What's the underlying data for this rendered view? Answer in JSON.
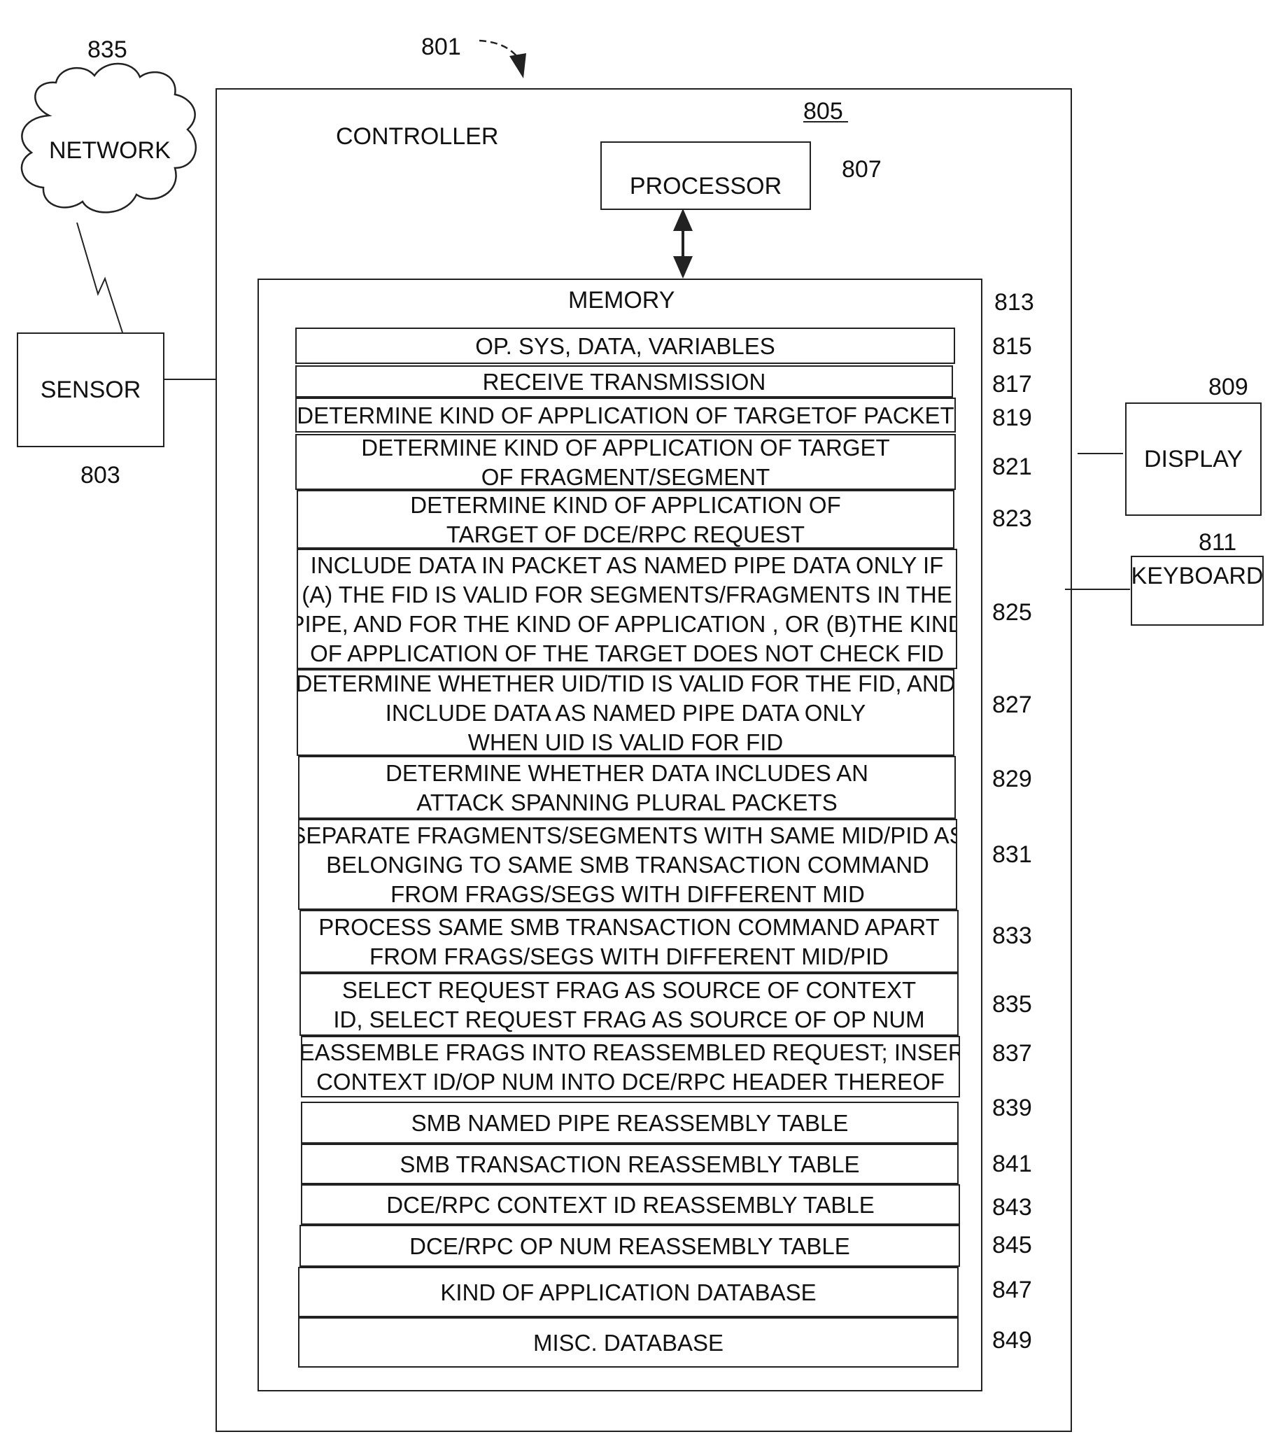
{
  "refs": {
    "system": "801",
    "controller": "805",
    "processor": "807",
    "display": "809",
    "keyboard": "811",
    "memory": "813",
    "sensor": "803",
    "network": "835"
  },
  "labels": {
    "controller": "CONTROLLER",
    "processor": "PROCESSOR",
    "memory": "MEMORY",
    "network": "NETWORK",
    "sensor": "SENSOR",
    "display": "DISPLAY",
    "keyboard": "KEYBOARD"
  },
  "memory_rows": [
    {
      "ref": "815",
      "lines": [
        "OP. SYS, DATA, VARIABLES"
      ]
    },
    {
      "ref": "817",
      "lines": [
        "RECEIVE TRANSMISSION"
      ]
    },
    {
      "ref": "819",
      "lines": [
        "DETERMINE KIND OF APPLICATION OF TARGETOF PACKET"
      ]
    },
    {
      "ref": "821",
      "lines": [
        "DETERMINE KIND OF APPLICATION OF TARGET",
        "OF FRAGMENT/SEGMENT"
      ]
    },
    {
      "ref": "823",
      "lines": [
        "DETERMINE KIND OF APPLICATION OF",
        "TARGET OF DCE/RPC REQUEST"
      ]
    },
    {
      "ref": "825",
      "lines": [
        "INCLUDE DATA IN PACKET AS NAMED PIPE DATA ONLY IF",
        "(A) THE FID IS VALID FOR SEGMENTS/FRAGMENTS IN THE",
        "PIPE, AND FOR THE KIND OF APPLICATION , OR (B)THE KIND",
        "OF APPLICATION OF THE TARGET DOES NOT CHECK FID"
      ]
    },
    {
      "ref": "827",
      "lines": [
        "DETERMINE WHETHER UID/TID IS VALID FOR THE FID, AND",
        "INCLUDE DATA AS NAMED PIPE DATA ONLY",
        "WHEN UID IS VALID FOR FID"
      ]
    },
    {
      "ref": "829",
      "lines": [
        "DETERMINE WHETHER DATA INCLUDES AN",
        "ATTACK SPANNING PLURAL PACKETS"
      ]
    },
    {
      "ref": "831",
      "lines": [
        "SEPARATE FRAGMENTS/SEGMENTS WITH SAME MID/PID AS",
        "BELONGING TO SAME SMB TRANSACTION COMMAND",
        "FROM FRAGS/SEGS WITH DIFFERENT MID"
      ]
    },
    {
      "ref": "833",
      "lines": [
        "PROCESS SAME SMB TRANSACTION COMMAND APART",
        "FROM FRAGS/SEGS WITH DIFFERENT MID/PID"
      ]
    },
    {
      "ref": "835",
      "lines": [
        "SELECT REQUEST FRAG AS SOURCE OF CONTEXT",
        "ID, SELECT  REQUEST FRAG AS SOURCE OF OP NUM"
      ]
    },
    {
      "ref": "837",
      "lines": [
        "REASSEMBLE FRAGS INTO REASSEMBLED REQUEST; INSERT",
        "CONTEXT ID/OP NUM INTO DCE/RPC HEADER THEREOF"
      ]
    },
    {
      "ref": "839",
      "lines": [
        "SMB NAMED PIPE REASSEMBLY TABLE"
      ]
    },
    {
      "ref": "841",
      "lines": [
        "SMB TRANSACTION REASSEMBLY TABLE"
      ]
    },
    {
      "ref": "843",
      "lines": [
        "DCE/RPC CONTEXT ID REASSEMBLY TABLE"
      ]
    },
    {
      "ref": "845",
      "lines": [
        "DCE/RPC OP NUM REASSEMBLY TABLE"
      ]
    },
    {
      "ref": "847",
      "lines": [
        "KIND OF APPLICATION DATABASE"
      ]
    },
    {
      "ref": "849",
      "lines": [
        "MISC. DATABASE"
      ]
    }
  ]
}
